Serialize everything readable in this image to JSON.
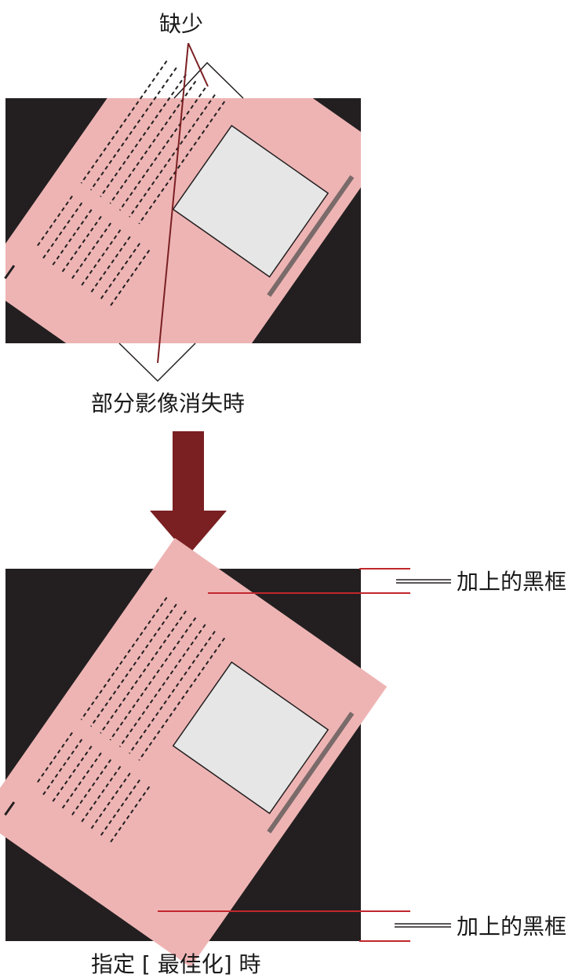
{
  "top_panel": {
    "missing_label": "缺少",
    "caption": "部分影像消失時"
  },
  "bottom_panel": {
    "added_frame_label_top": "加上的黑框",
    "added_frame_label_bottom": "加上的黑框",
    "caption": "指定 [ 最佳化] 時"
  },
  "colors": {
    "frame": "#231f20",
    "document": "#eeb4b4",
    "photo": "#e6e6e6",
    "text_lines": "#231f20",
    "arrow": "#7a1f22",
    "leader": "#7a1f22"
  }
}
